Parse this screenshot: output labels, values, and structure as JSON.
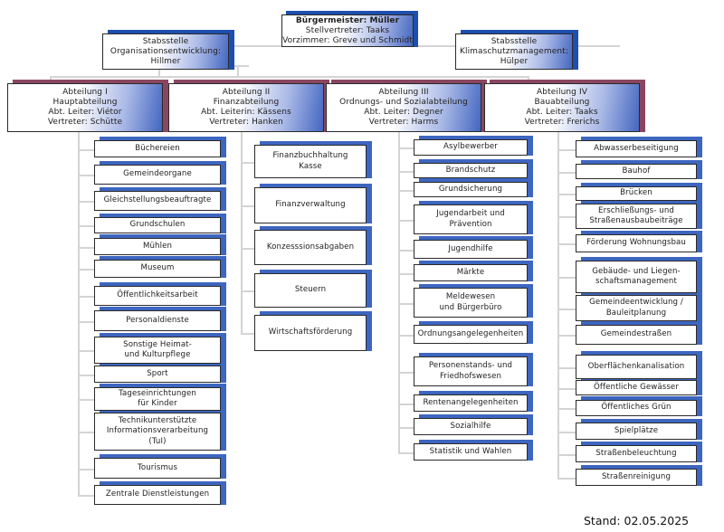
{
  "top": {
    "title": "Bürgermeister: Müller",
    "line2": "Stellvertreter: Taaks",
    "line3": "Vorzimmer: Greve und Schmidt"
  },
  "staff_left": {
    "line1": "Stabsstelle",
    "line2": "Organisationsentwicklung:",
    "line3": "Hillmer"
  },
  "staff_right": {
    "line1": "Stabsstelle",
    "line2": "Klimaschutzmanagement:",
    "line3": "Hülper"
  },
  "departments": [
    {
      "line1": "Abteilung I",
      "line2": "Hauptabteilung",
      "line3": "Abt. Leiter: Viétor",
      "line4": "Vertreter: Schütte",
      "items": [
        "Büchereien",
        "Gemeindeorgane",
        "Gleichstellungsbeauftragte",
        "Grundschulen",
        "Mühlen",
        "Museum",
        "Öffentlichkeitsarbeit",
        "Personaldienste",
        "Sonstige Heimat-|und Kulturpflege",
        "Sport",
        "Tageseinrichtungen|für Kinder",
        "Technikunterstützte|Informationsverarbeitung|(TuI)",
        "Tourismus",
        "Zentrale Dienstleistungen"
      ]
    },
    {
      "line1": "Abteilung II",
      "line2": "Finanzabteilung",
      "line3": "Abt. Leiterin: Kässens",
      "line4": "Vertreter: Hanken",
      "items": [
        "Finanzbuchhaltung|Kasse",
        "Finanzverwaltung",
        "Konzesssionsabgaben",
        "Steuern",
        "Wirtschaftsförderung"
      ]
    },
    {
      "line1": "Abteilung III",
      "line2": "Ordnungs- und Sozialabteilung",
      "line3": "Abt. Leiter: Degner",
      "line4": "Vertreter: Harms",
      "items": [
        "Asylbewerber",
        "Brandschutz",
        "Grundsicherung",
        "Jugendarbeit und|Prävention",
        "Jugendhilfe",
        "Märkte",
        "Meldewesen|und Bürgerbüro",
        "Ordnungsangelegenheiten",
        "Personenstands- und|Friedhofswesen",
        "Rentenangelegenheiten",
        "Sozialhilfe",
        "Statistik und Wahlen"
      ]
    },
    {
      "line1": "Abteilung IV",
      "line2": "Bauabteilung",
      "line3": "Abt. Leiter: Taaks",
      "line4": "Vertreter: Frerichs",
      "items": [
        "Abwasserbeseitigung",
        "Bauhof",
        "Brücken",
        "Erschließungs- und|Straßenausbaubeiträge",
        "Förderung Wohnungsbau",
        "Gebäude- und Liegen-|schaftsmanagement",
        "Gemeindeentwicklung /|Bauleitplanung",
        "Gemeindestraßen",
        "Oberflächenkanalisation",
        "Öffentliche Gewässer",
        "Öffentliches Grün",
        "Spielplätze",
        "Straßenbeleuchtung",
        "Straßenreinigung"
      ]
    }
  ],
  "footer": {
    "stand": "Stand: 02.05.2025"
  }
}
